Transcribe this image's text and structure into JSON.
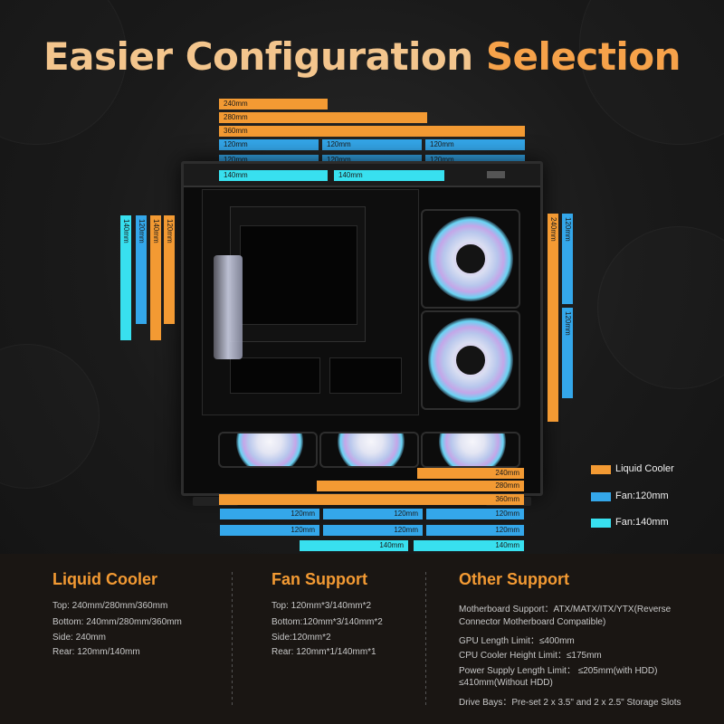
{
  "headline": {
    "part1": "Easier ",
    "part2": "Configuration ",
    "part3": "Selection"
  },
  "top_bars": {
    "r240": "240mm",
    "r280": "280mm",
    "r360": "360mm",
    "f120_row1": [
      "120mm",
      "120mm",
      "120mm"
    ],
    "f120_row2": [
      "120mm",
      "120mm",
      "120mm"
    ],
    "f140": [
      "140mm",
      "140mm"
    ]
  },
  "side_left_bars": [
    "140mm",
    "120mm",
    "140mm",
    "120mm"
  ],
  "side_right_bars": {
    "r240": "240mm",
    "f120_top": "120mm",
    "f120_bottom": "120mm"
  },
  "bottom_bars": {
    "r240": "240mm",
    "r280": "280mm",
    "r360": "360mm",
    "f120_row1": [
      "120mm",
      "120mm",
      "120mm"
    ],
    "f120_row2": [
      "120mm",
      "120mm",
      "120mm"
    ],
    "f140": [
      "140mm",
      "140mm"
    ]
  },
  "legend": [
    {
      "label": "Liquid Cooler",
      "color": "#f39a33"
    },
    {
      "label": "Fan:120mm",
      "color": "#34a7ea"
    },
    {
      "label": "Fan:140mm",
      "color": "#38e0ef"
    }
  ],
  "colors": {
    "orange": "#f39a33",
    "blue": "#34a7ea",
    "cyan": "#38e0ef",
    "headline_light": "#f3c58d"
  },
  "info": {
    "liquid": {
      "title": "Liquid Cooler",
      "lines": [
        "Top: 240mm/280mm/360mm",
        "Bottom: 240mm/280mm/360mm",
        "Side: 240mm",
        "Rear:  120mm/140mm"
      ]
    },
    "fan": {
      "title": "Fan Support",
      "lines": [
        "Top: 120mm*3/140mm*2",
        "Bottom:120mm*3/140mm*2",
        "Side:120mm*2",
        "Rear: 120mm*1/140mm*1"
      ]
    },
    "other": {
      "title": "Other Support",
      "lines": [
        "Motherboard Support：ATX/MATX/ITX/YTX(Reverse",
        "Connector Motherboard Compatible)",
        "GPU Length Limit：≤400mm",
        "CPU Cooler Height Limit：≤175mm",
        "Power Supply Length Limit：  ≤205mm(with HDD)",
        "≤410mm(Without HDD)",
        "Drive Bays：Pre-set 2 x 3.5\" and 2 x 2.5\" Storage Slots"
      ]
    }
  }
}
